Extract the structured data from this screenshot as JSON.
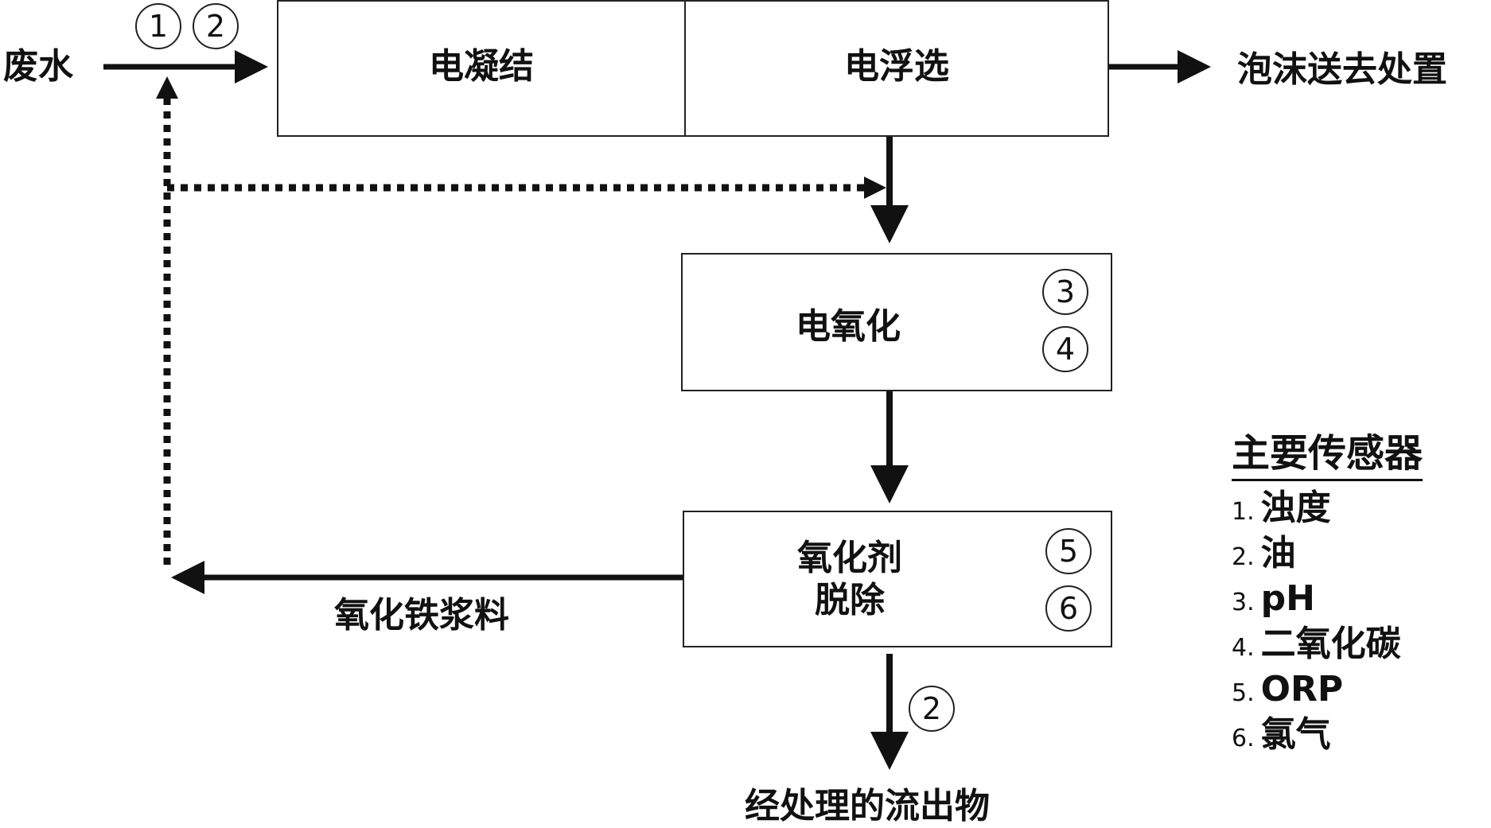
{
  "labels": {
    "input": "废水",
    "foam": "泡沫送去处置",
    "slurry": "氧化铁浆料",
    "effluent": "经处理的流出物"
  },
  "boxes": {
    "electrocoagulation": "电凝结",
    "electroflotation": "电浮选",
    "electrooxidation": "电氧化",
    "oxidant_removal_line1": "氧化剂",
    "oxidant_removal_line2": "脱除"
  },
  "sensor_markers": {
    "input_a": "1",
    "input_b": "2",
    "eo_a": "3",
    "eo_b": "4",
    "or_a": "5",
    "or_b": "6",
    "effluent": "2"
  },
  "legend": {
    "title": "主要传感器",
    "items": [
      {
        "num": "1.",
        "label": "浊度"
      },
      {
        "num": "2.",
        "label": "油"
      },
      {
        "num": "3.",
        "label": "pH"
      },
      {
        "num": "4.",
        "label": "二氧化碳"
      },
      {
        "num": "5.",
        "label": "ORP"
      },
      {
        "num": "6.",
        "label": "氯气"
      }
    ]
  },
  "colors": {
    "line": "#111111",
    "box_border": "#222222",
    "background": "#ffffff"
  }
}
